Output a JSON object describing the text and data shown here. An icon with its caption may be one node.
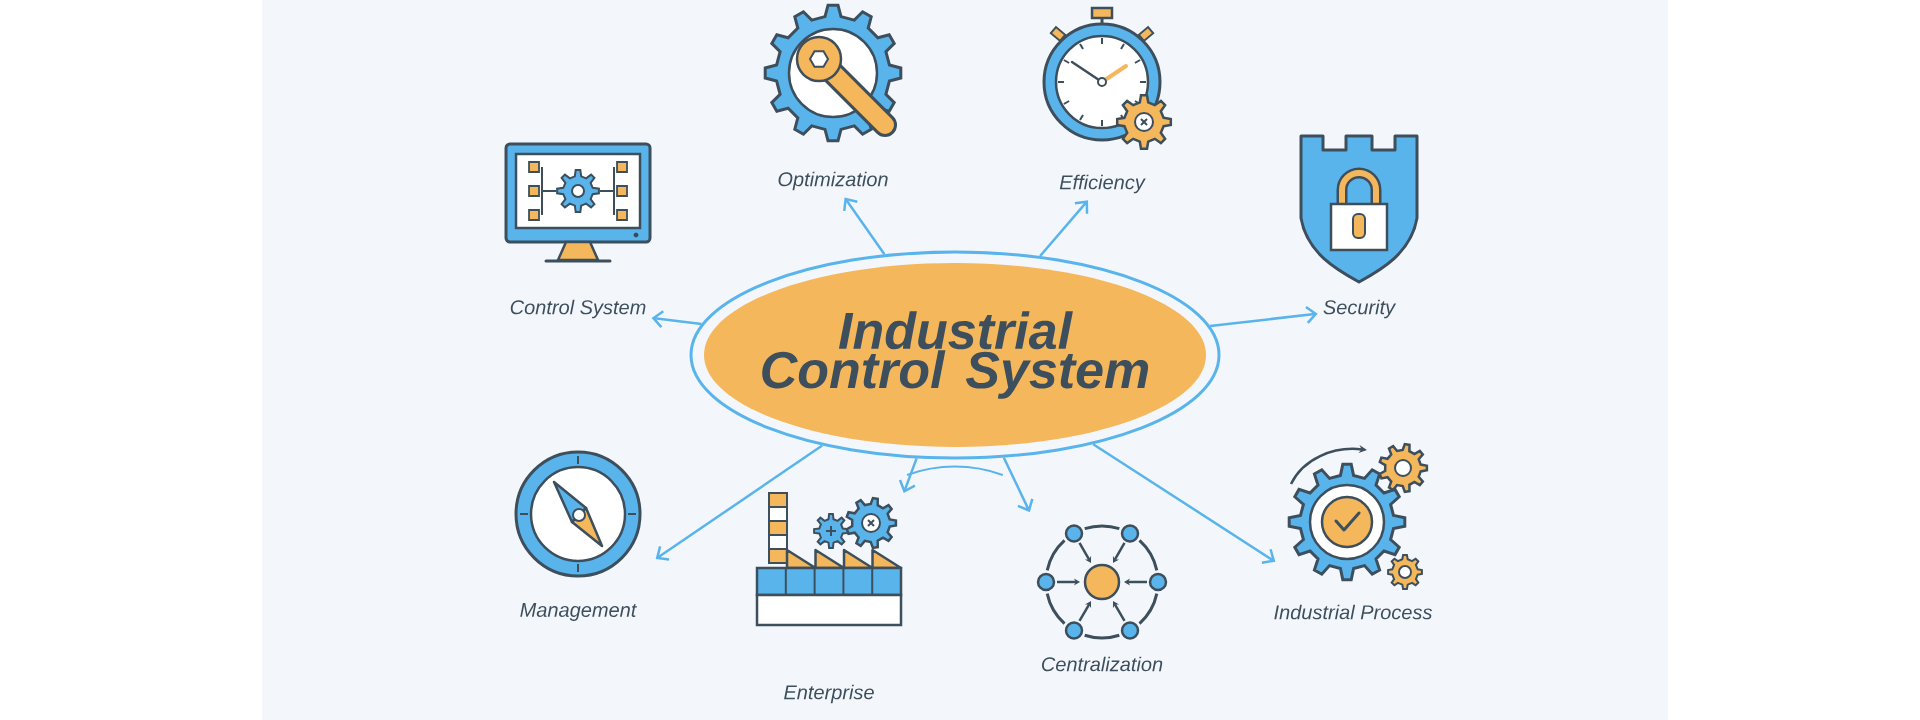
{
  "diagram": {
    "nodes": [
      {
        "text": [
          "Industrial Control System"
        ]
      },
      {
        "text": [
          "Control System"
        ]
      },
      {
        "text": [
          "Optimization"
        ]
      },
      {
        "text": [
          "Efficiency"
        ]
      },
      {
        "text": [
          "Security"
        ]
      },
      {
        "text": [
          "Management"
        ]
      },
      {
        "text": [
          "Enterprise"
        ]
      },
      {
        "text": [
          "Centralization"
        ]
      },
      {
        "text": [
          "Industrial Process"
        ]
      }
    ],
    "edges": [
      {
        "from": 0,
        "to": 1,
        "arrow": "to"
      },
      {
        "from": 0,
        "to": 2,
        "arrow": "to"
      },
      {
        "from": 0,
        "to": 3,
        "arrow": "to"
      },
      {
        "from": 0,
        "to": 4,
        "arrow": "to"
      },
      {
        "from": 0,
        "to": 5,
        "arrow": "to"
      },
      {
        "from": 0,
        "to": 6,
        "arrow": "to"
      },
      {
        "from": 0,
        "to": 7,
        "arrow": "to"
      },
      {
        "from": 0,
        "to": 8,
        "arrow": "to"
      }
    ]
  }
}
